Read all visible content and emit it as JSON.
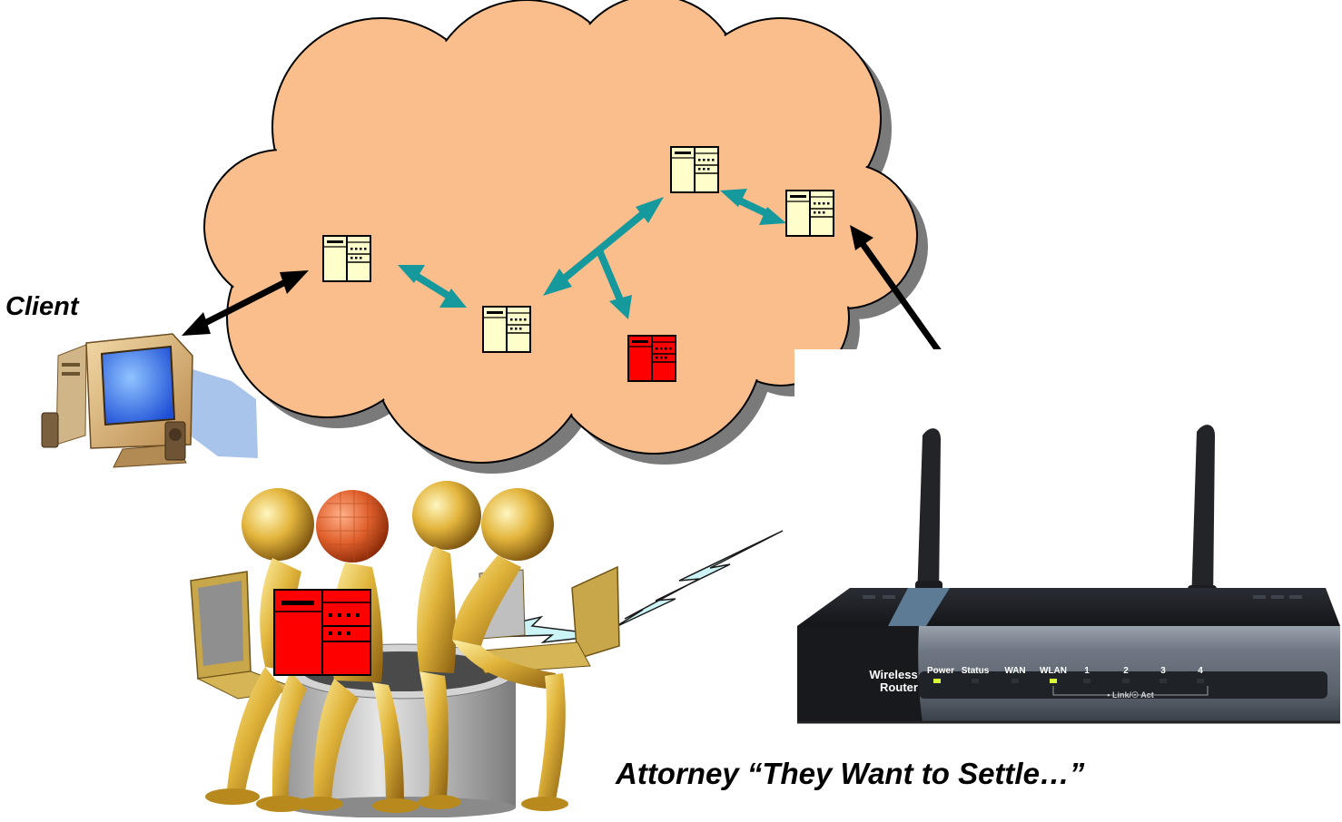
{
  "labels": {
    "client": "Client",
    "attorney": "Attorney “They Want to Settle…”"
  },
  "router": {
    "brand_line1": "Wireless",
    "brand_line2": "Router",
    "led_labels": [
      "Power",
      "Status",
      "WAN",
      "WLAN",
      "1",
      "2",
      "3",
      "4"
    ],
    "link_act": "▪ Link/☉ Act"
  },
  "nodes": [
    {
      "id": "node-1",
      "status": "normal"
    },
    {
      "id": "node-2",
      "status": "normal"
    },
    {
      "id": "node-3",
      "status": "compromised"
    },
    {
      "id": "node-4",
      "status": "normal"
    },
    {
      "id": "node-5",
      "status": "normal"
    },
    {
      "id": "attacker-node",
      "status": "compromised"
    }
  ],
  "colors": {
    "cloud": "#f9be8c",
    "cloud_shadow": "#7a7a7a",
    "node_normal": "#ffffcc",
    "node_compromised": "#ff0000",
    "teal_arrow": "#16999d",
    "black_arrow": "#000000",
    "lightning": "#ccf4f7"
  }
}
